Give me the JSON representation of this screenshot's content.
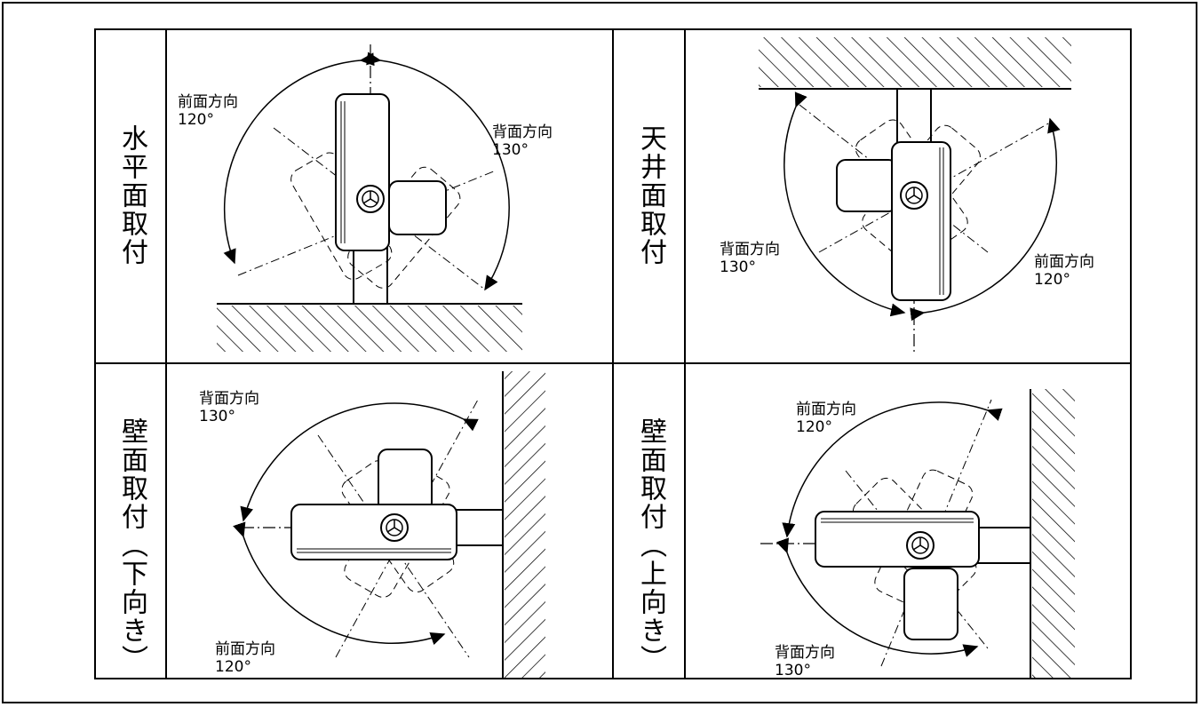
{
  "panels": [
    {
      "title": "水平面取付",
      "front_label": "前面方向",
      "front_angle": "120°",
      "back_label": "背面方向",
      "back_angle": "130°"
    },
    {
      "title": "天井面取付",
      "front_label": "前面方向",
      "front_angle": "120°",
      "back_label": "背面方向",
      "back_angle": "130°"
    },
    {
      "title": "壁面取付（下向き）",
      "front_label": "前面方向",
      "front_angle": "120°",
      "back_label": "背面方向",
      "back_angle": "130°"
    },
    {
      "title": "壁面取付（上向き）",
      "front_label": "前面方向",
      "front_angle": "120°",
      "back_label": "背面方向",
      "back_angle": "130°"
    }
  ]
}
